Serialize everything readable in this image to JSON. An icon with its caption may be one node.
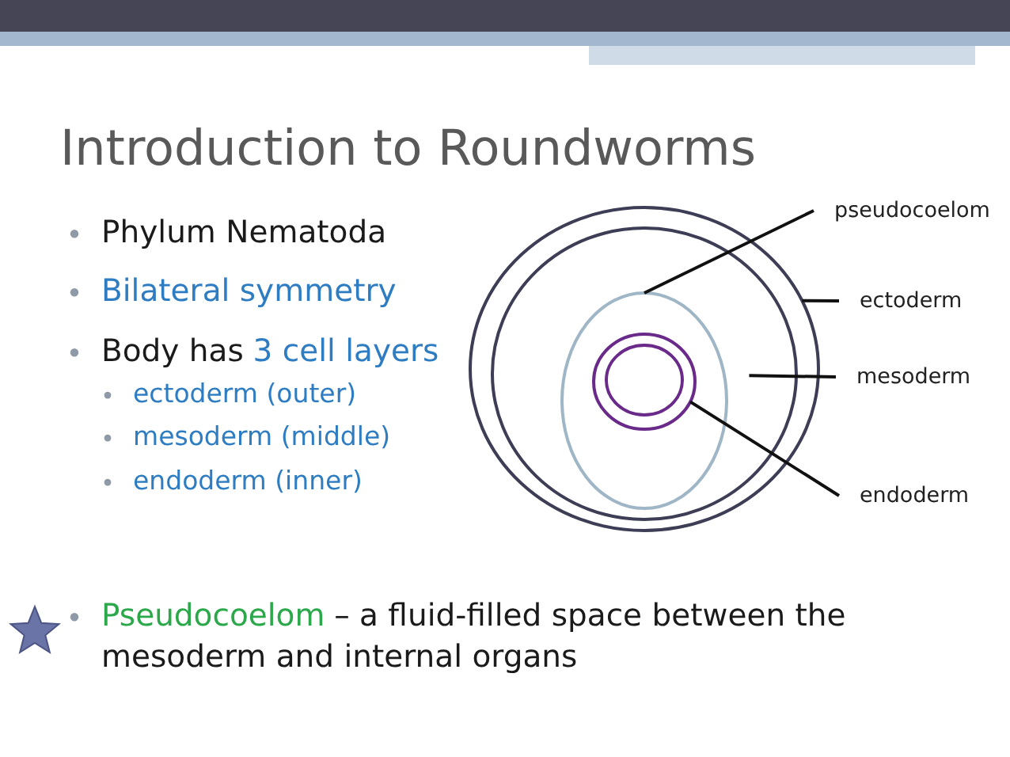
{
  "diagram": {
    "title": "Introduction to Roundworms",
    "nodes": [
      {
        "text": [
          "pseudocoelom"
        ]
      },
      {
        "text": [
          "ectoderm"
        ]
      },
      {
        "text": [
          "mesoderm"
        ]
      },
      {
        "text": [
          "endoderm"
        ]
      },
      {
        "text": [],
        "shape": "circle"
      },
      {
        "text": [],
        "shape": "circle",
        "in": 4
      },
      {
        "text": [],
        "shape": "circle",
        "in": 5
      },
      {
        "text": [],
        "shape": "circle",
        "in": 6
      }
    ],
    "edges": [
      {
        "from": 0,
        "to": 6,
        "arrow": "none"
      },
      {
        "from": 1,
        "to": 4,
        "arrow": "none"
      },
      {
        "from": 2,
        "to": 5,
        "arrow": "none"
      },
      {
        "from": 3,
        "to": 7,
        "arrow": "none"
      }
    ],
    "labels": [
      "Phylum Nematoda",
      "Bilateral symmetry",
      "Body has",
      "3 cell layers",
      "ectoderm (outer)",
      "mesoderm (middle)",
      "endoderm (inner)",
      "Pseudocoelom",
      "– a fluid-filled space between the mesoderm and internal organs"
    ]
  }
}
